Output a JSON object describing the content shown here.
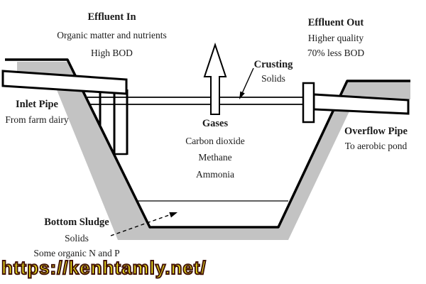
{
  "diagram": {
    "type": "anaerobic-pond-cross-section",
    "labels": {
      "effluent_in": {
        "heading": "Effluent In",
        "line1": "Organic matter and nutrients",
        "line2": "High BOD"
      },
      "effluent_out": {
        "heading": "Effluent Out",
        "line1": "Higher quality",
        "line2": "70% less BOD"
      },
      "crusting": {
        "heading": "Crusting",
        "line1": "Solids"
      },
      "inlet_pipe": {
        "heading": "Inlet Pipe",
        "line1": "From farm dairy"
      },
      "gases": {
        "heading": "Gases",
        "line1": "Carbon dioxide",
        "line2": "Methane",
        "line3": "Ammonia"
      },
      "overflow_pipe": {
        "heading": "Overflow Pipe",
        "line1": "To aerobic pond"
      },
      "bottom_sludge": {
        "heading": "Bottom Sludge",
        "line1": "Solids",
        "line2": "Some organic N and P"
      }
    },
    "watermark": "https://kenhtamly.net/",
    "colors": {
      "bank_gray": "#c3c3c3",
      "line_black": "#000000",
      "watermark_fill": "#f2ea1a",
      "watermark_outline": "#431408"
    }
  }
}
